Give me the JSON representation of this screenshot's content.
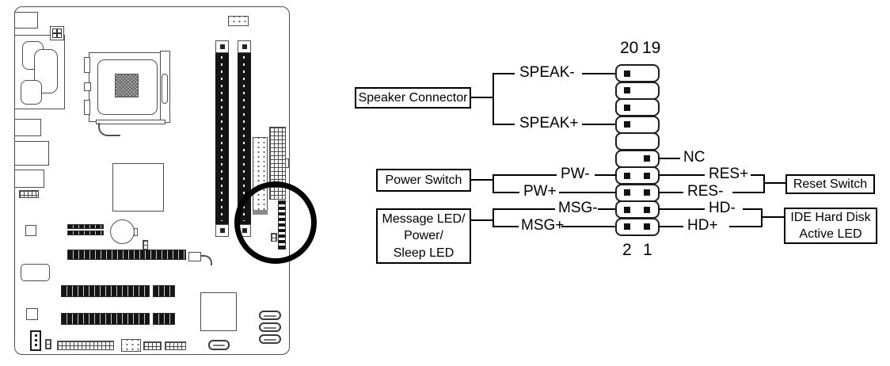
{
  "pin_header": {
    "numbers": {
      "top_left": "20",
      "top_right": "19",
      "bottom_left": "2",
      "bottom_right": "1"
    },
    "rows": [
      {
        "left_pin": true,
        "right_pin": false
      },
      {
        "left_pin": true,
        "right_pin": false
      },
      {
        "left_pin": true,
        "right_pin": false
      },
      {
        "left_pin": true,
        "right_pin": false
      },
      {
        "left_pin": false,
        "right_pin": false
      },
      {
        "left_pin": false,
        "right_pin": true
      },
      {
        "left_pin": true,
        "right_pin": true
      },
      {
        "left_pin": true,
        "right_pin": true
      },
      {
        "left_pin": true,
        "right_pin": true
      },
      {
        "left_pin": true,
        "right_pin": true
      }
    ]
  },
  "signals": {
    "speak_minus": "SPEAK-",
    "speak_plus": "SPEAK+",
    "pw_minus": "PW-",
    "pw_plus": "PW+",
    "msg_minus": "MSG-",
    "msg_plus": "MSG+",
    "nc": "NC",
    "res_plus": "RES+",
    "res_minus": "RES-",
    "hd_minus": "HD-",
    "hd_plus": "HD+"
  },
  "connector_boxes": {
    "speaker": "Speaker Connector",
    "power": "Power Switch",
    "message": "Message LED/\nPower/\nSleep LED",
    "reset": "Reset Switch",
    "ide": "IDE Hard Disk\nActive LED"
  },
  "colors": {
    "diagram_line": "#000000",
    "highlight_ring": "#000000",
    "board_outline": "#4f4f4f",
    "slot_fill": "#151515"
  }
}
